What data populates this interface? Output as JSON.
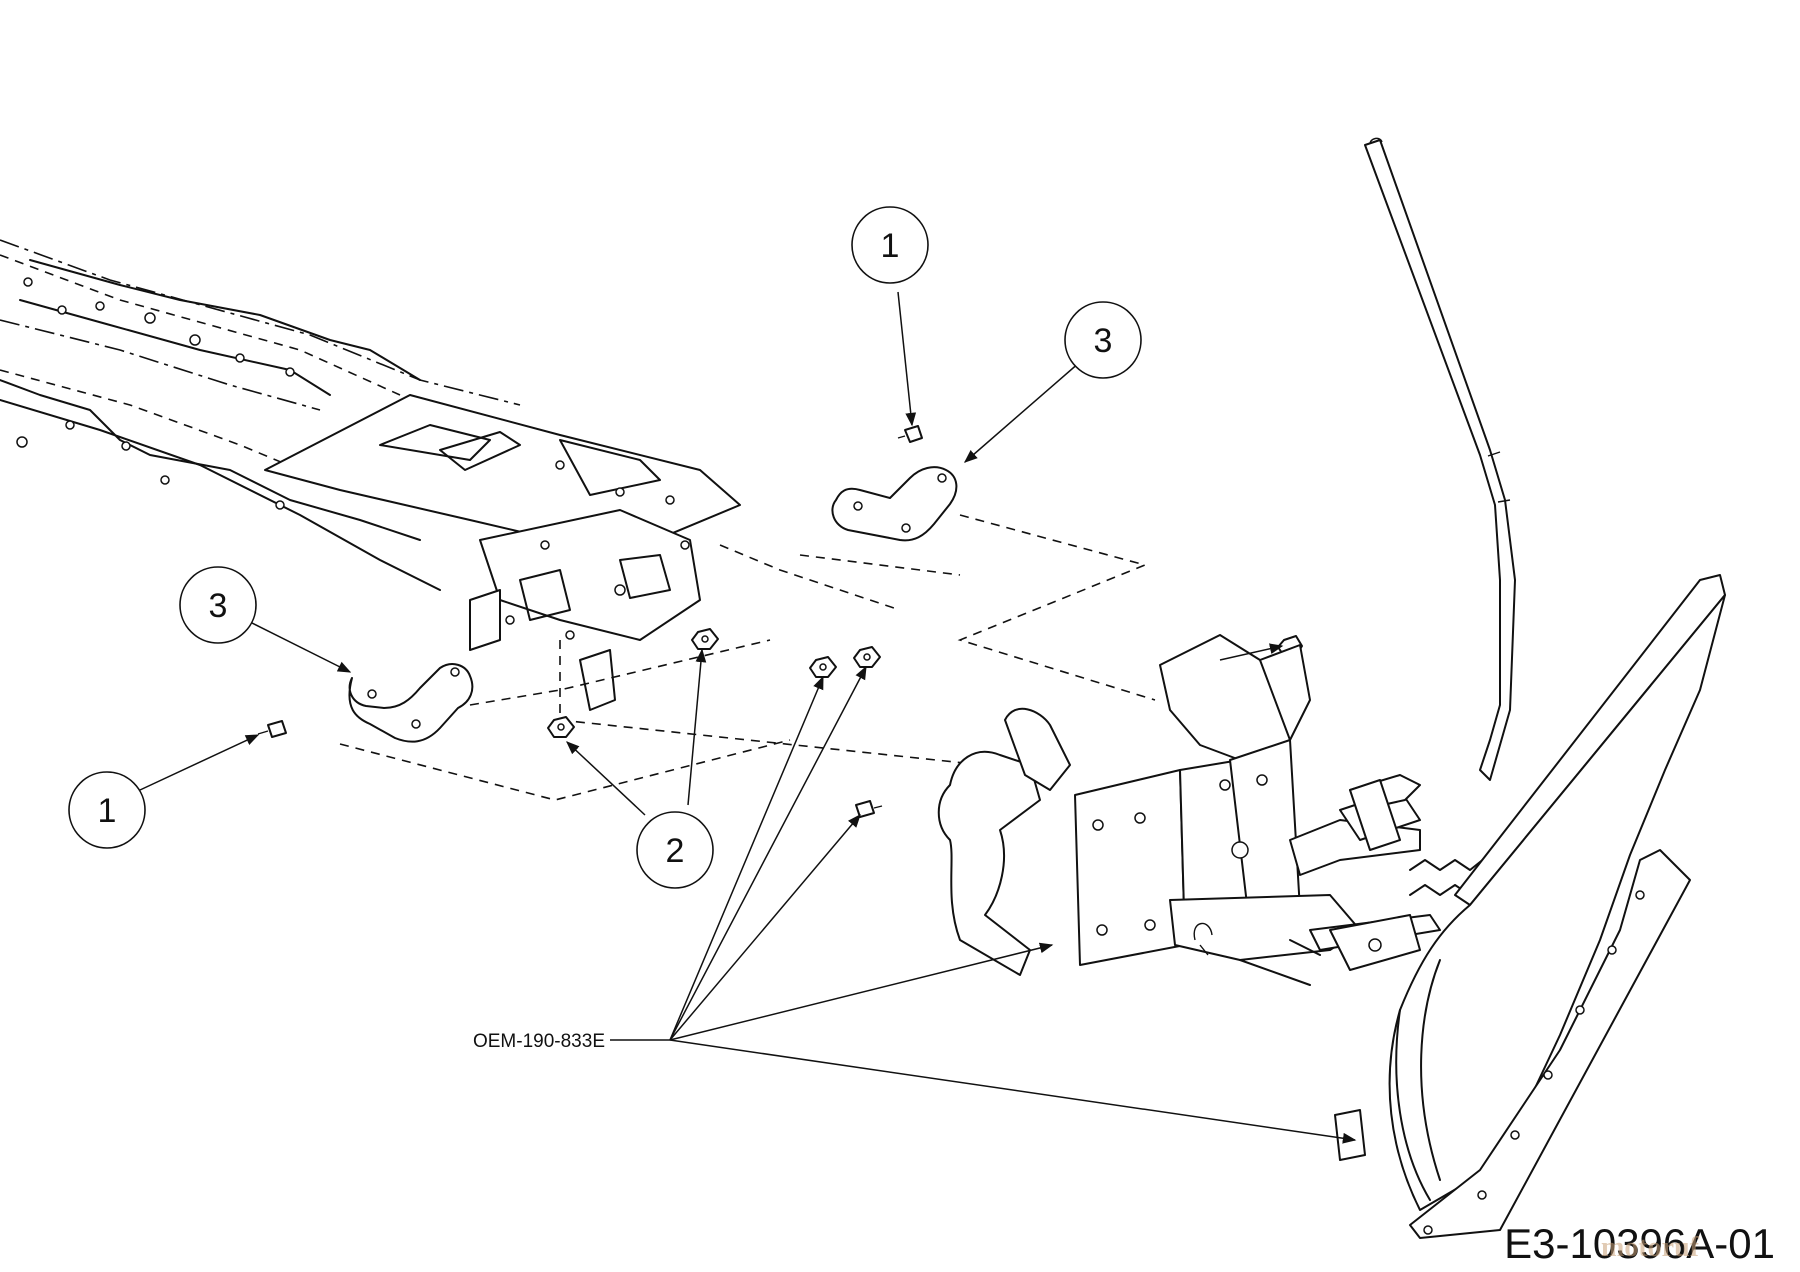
{
  "callouts": [
    {
      "id": "c1a",
      "label": "1"
    },
    {
      "id": "c3a",
      "label": "3"
    },
    {
      "id": "c3b",
      "label": "3"
    },
    {
      "id": "c1b",
      "label": "1"
    },
    {
      "id": "c2",
      "label": "2"
    }
  ],
  "part_label": "OEM-190-833E",
  "drawing_code": "E3-10396A-01",
  "watermark": "motoruf"
}
